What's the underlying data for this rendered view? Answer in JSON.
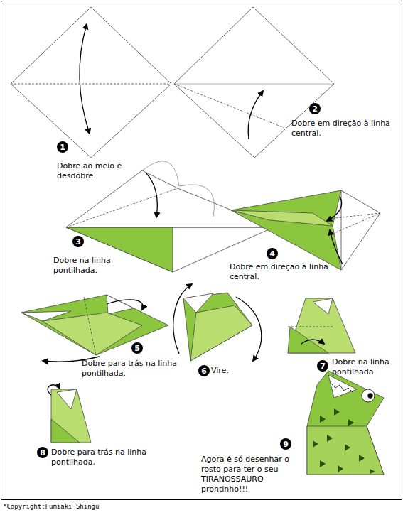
{
  "diagram": {
    "nodes": [
      {
        "text": [
          "1"
        ]
      },
      {
        "text": [
          "2"
        ]
      },
      {
        "text": [
          "3"
        ]
      },
      {
        "text": [
          "4"
        ]
      },
      {
        "text": [
          "5"
        ]
      },
      {
        "text": [
          "6"
        ]
      },
      {
        "text": [
          "7"
        ]
      },
      {
        "text": [
          "8"
        ]
      },
      {
        "text": [
          "9"
        ]
      }
    ],
    "labels": [
      "Dobre ao meio e desdobre.",
      "Dobre em direção à linha central.",
      "Dobre na linha pontilhada.",
      "Dobre em direção à linha central.",
      "Dobre para trás na linha pontilhada.",
      "Vire.",
      "Dobre na linha pontilhada.",
      "Dobre para trás na linha pontilhada.",
      "Agora é só desenhar o rosto para ter o seu TIRANOSSAURO prontinho!!!",
      "*Copyright:Fumiaki Shingu"
    ]
  }
}
